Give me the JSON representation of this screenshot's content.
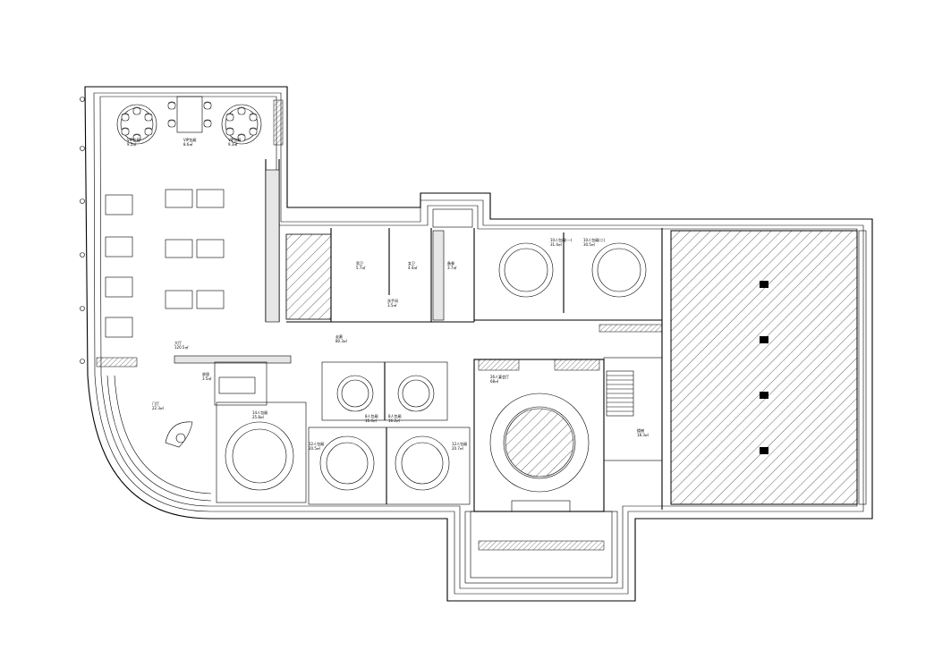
{
  "drawing": {
    "type": "architectural floor plan",
    "background": "#ffffff",
    "line_color": "#000000",
    "hatch": "diagonal"
  },
  "rooms": [
    {
      "key": "vip1",
      "label": "VIP包厢",
      "area": "9.5㎡"
    },
    {
      "key": "vip2",
      "label": "VIP包厢",
      "area": "8.6㎡"
    },
    {
      "key": "vip3",
      "label": "VIP包厢",
      "area": "9.3㎡"
    },
    {
      "key": "hall",
      "label": "大厅",
      "area": "120.5㎡"
    },
    {
      "key": "toilet_m",
      "label": "男卫",
      "area": "5.7㎡"
    },
    {
      "key": "toilet_f",
      "label": "女卫",
      "area": "4.4㎡"
    },
    {
      "key": "corridor",
      "label": "走廊",
      "area": "80.3㎡"
    },
    {
      "key": "washroom",
      "label": "洗手间",
      "area": "3.5㎡"
    },
    {
      "key": "pantry",
      "label": "备餐",
      "area": "3.7㎡"
    },
    {
      "key": "private1",
      "label": "10人包厢(一)",
      "area": "31.4㎡"
    },
    {
      "key": "private2",
      "label": "10人包厢(二)",
      "area": "30.5㎡"
    },
    {
      "key": "cashier",
      "label": "收银",
      "area": "3.5㎡"
    },
    {
      "key": "entrance",
      "label": "门厅",
      "area": "22.3㎡"
    },
    {
      "key": "private3",
      "label": "14人包厢",
      "area": "25.8㎡"
    },
    {
      "key": "private4",
      "label": "8人包厢",
      "area": "16.4㎡"
    },
    {
      "key": "private5",
      "label": "8人包厢",
      "area": "16.2㎡"
    },
    {
      "key": "private6",
      "label": "12人包厢",
      "area": "20.5㎡"
    },
    {
      "key": "private7",
      "label": "12人包厢",
      "area": "20.7㎡"
    },
    {
      "key": "banquet",
      "label": "26人宴会厅",
      "area": "68㎡"
    },
    {
      "key": "stair",
      "label": "楼梯",
      "area": "18.3㎡"
    }
  ]
}
